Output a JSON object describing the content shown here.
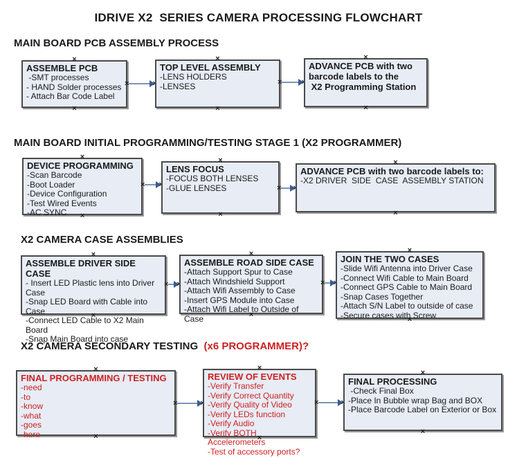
{
  "title": "IDRIVE X2  SERIES CAMERA PROCESSING FLOWCHART",
  "colors": {
    "ink": "#1a1a1a",
    "red_text": "#cc2222",
    "box_fill": "#e7ecf5",
    "box_border": "#4a4a4a",
    "connector_line": "#7d93b6",
    "connector_head": "#3a5a96"
  },
  "sections": [
    {
      "heading": "MAIN BOARD PCB ASSEMBLY PROCESS",
      "boxes": [
        {
          "title": "ASSEMBLE PCB",
          "lines": [
            " -SMT processes",
            "- HAND Solder processes",
            "- Attach Bar Code Label"
          ]
        },
        {
          "title": "TOP LEVEL ASSEMBLY",
          "lines": [
            "-LENS HOLDERS",
            "-LENSES"
          ]
        },
        {
          "title": "ADVANCE PCB with two\nbarcode labels to the\n X2 Programming Station",
          "lines": []
        }
      ]
    },
    {
      "heading": "MAIN BOARD INITIAL PROGRAMMING/TESTING STAGE 1 (X2 PROGRAMMER)",
      "boxes": [
        {
          "title": "DEVICE PROGRAMMING",
          "lines": [
            "-Scan Barcode",
            "-Boot Loader",
            "-Device Configuration",
            "-Test Wired Events",
            "-AC SYNC"
          ]
        },
        {
          "title": "LENS FOCUS",
          "lines": [
            "-FOCUS BOTH LENSES",
            "-GLUE LENSES"
          ]
        },
        {
          "title": "ADVANCE PCB with two barcode labels to:",
          "lines": [
            "-X2 DRIVER  SIDE  CASE  ASSEMBLY STATION"
          ]
        }
      ]
    },
    {
      "heading": "X2 CAMERA CASE ASSEMBLIES",
      "boxes": [
        {
          "title": "ASSEMBLE DRIVER SIDE CASE",
          "lines": [
            "- Insert LED Plastic lens into Driver Case",
            "-Snap LED Board with Cable into Case",
            "-Connect LED Cable to X2 Main Board",
            "-Snap Main Board into case"
          ]
        },
        {
          "title": "ASSEMBLE ROAD SIDE CASE",
          "lines": [
            "-Attach Support Spur to Case",
            "-Attach Windshield Support",
            "-Attach Wifi Assembly to Case",
            "-Insert GPS Module into Case",
            "-Attach Wifi Label to Outside of Case"
          ]
        },
        {
          "title": "JOIN THE TWO CASES",
          "lines": [
            "-Slide Wifi Antenna into Driver Case",
            "-Connect Wifi Cable to Main Board",
            "-Connect GPS Cable to Main Board",
            "-Snap Cases Together",
            "-Attach S/N Label to outside of case",
            "-Secure cases with Screw"
          ]
        }
      ]
    },
    {
      "heading": "X2 CAMERA SECONDARY TESTING ",
      "heading_accent": " (x6 PROGRAMMER)?",
      "boxes": [
        {
          "title": "FINAL PROGRAMMING / TESTING",
          "lines": [
            "-need",
            "-to",
            "-know",
            "-what",
            "-goes",
            "-here"
          ]
        },
        {
          "title": "REVIEW OF EVENTS",
          "lines": [
            "-Verify Transfer",
            "-Verify Correct Quantity",
            "-Verify Quality of Video",
            "-Verify LEDs function",
            "-Verify Audio",
            "-Verify BOTH Accelerometers",
            "-Test of accessory ports?"
          ]
        },
        {
          "title": "FINAL PROCESSING",
          "lines": [
            " -Check Final Box",
            "-Place In Bubble wrap Bag and BOX",
            "-Place Barcode Label on Exterior or Box"
          ]
        }
      ]
    }
  ]
}
